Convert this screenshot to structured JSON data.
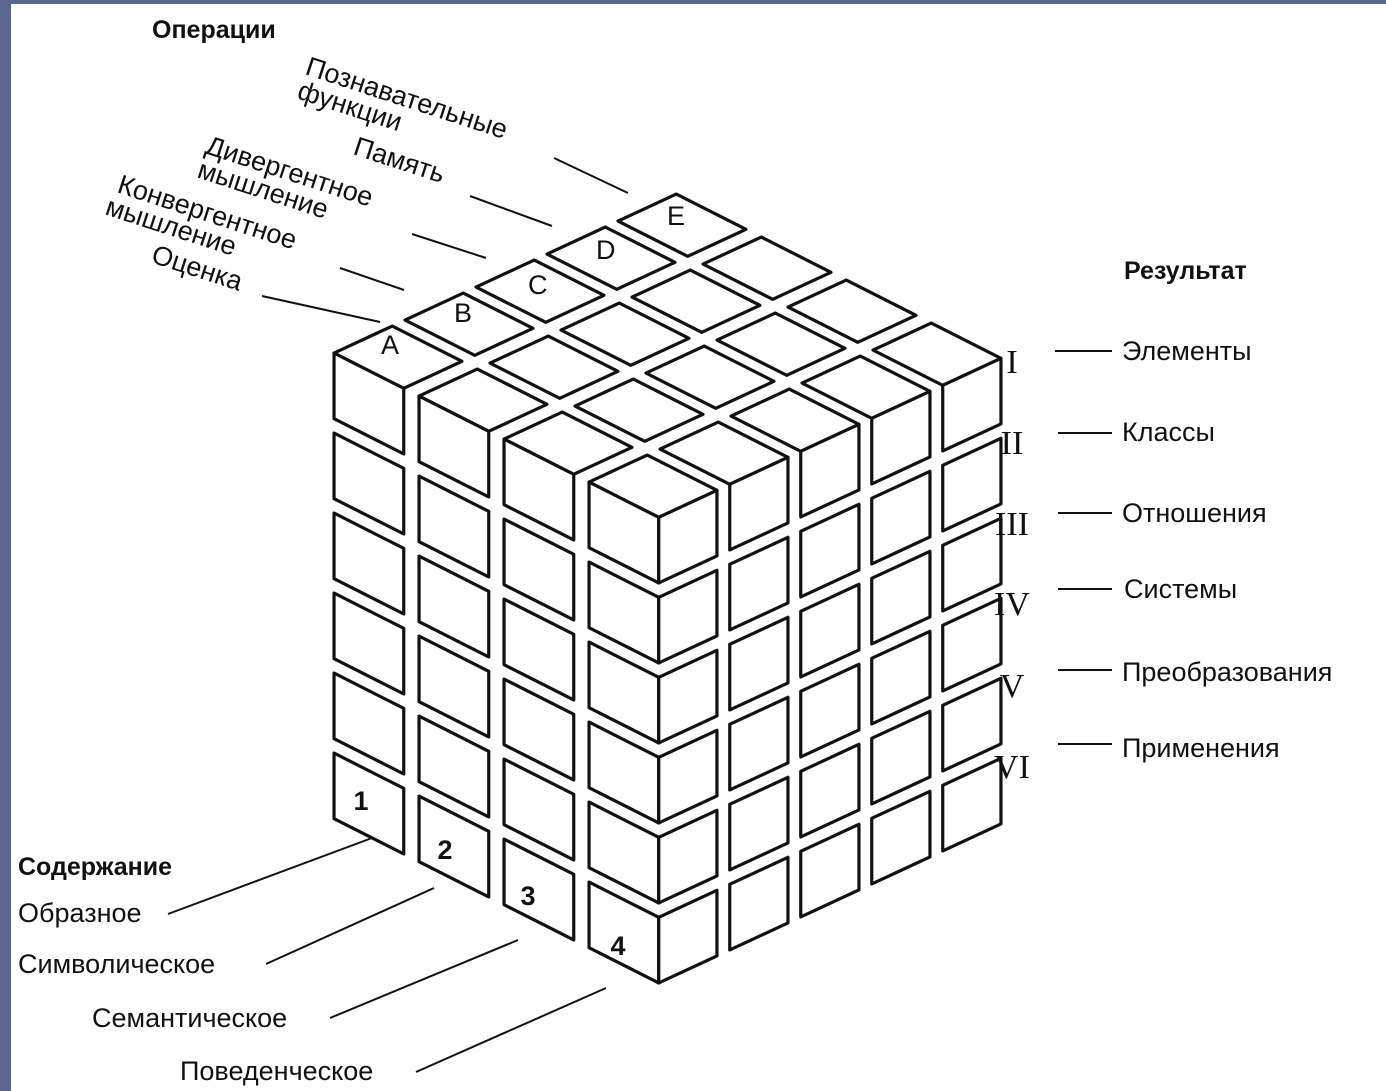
{
  "headings": {
    "operations": "Операции",
    "result": "Результат",
    "content": "Содержание"
  },
  "operations": [
    {
      "letter": "A",
      "label_lines": [
        "Оценка"
      ]
    },
    {
      "letter": "B",
      "label_lines": [
        "Конвергентное",
        "мышление"
      ]
    },
    {
      "letter": "C",
      "label_lines": [
        "Дивергентное",
        "мышление"
      ]
    },
    {
      "letter": "D",
      "label_lines": [
        "Память"
      ]
    },
    {
      "letter": "E",
      "label_lines": [
        "Познавательные",
        "функции"
      ]
    }
  ],
  "results": [
    {
      "numeral": "I",
      "label": "Элементы"
    },
    {
      "numeral": "II",
      "label": "Классы"
    },
    {
      "numeral": "III",
      "label": "Отношения"
    },
    {
      "numeral": "IV",
      "label": "Системы"
    },
    {
      "numeral": "V",
      "label": "Преобразования"
    },
    {
      "numeral": "VI",
      "label": "Применения"
    }
  ],
  "contents": [
    {
      "number": "1",
      "label": "Образное"
    },
    {
      "number": "2",
      "label": "Символическое"
    },
    {
      "number": "3",
      "label": "Семантическое"
    },
    {
      "number": "4",
      "label": "Поведенческое"
    }
  ],
  "colors": {
    "background": "#ffffff",
    "frame": "#5a6592",
    "ink": "#111111"
  }
}
